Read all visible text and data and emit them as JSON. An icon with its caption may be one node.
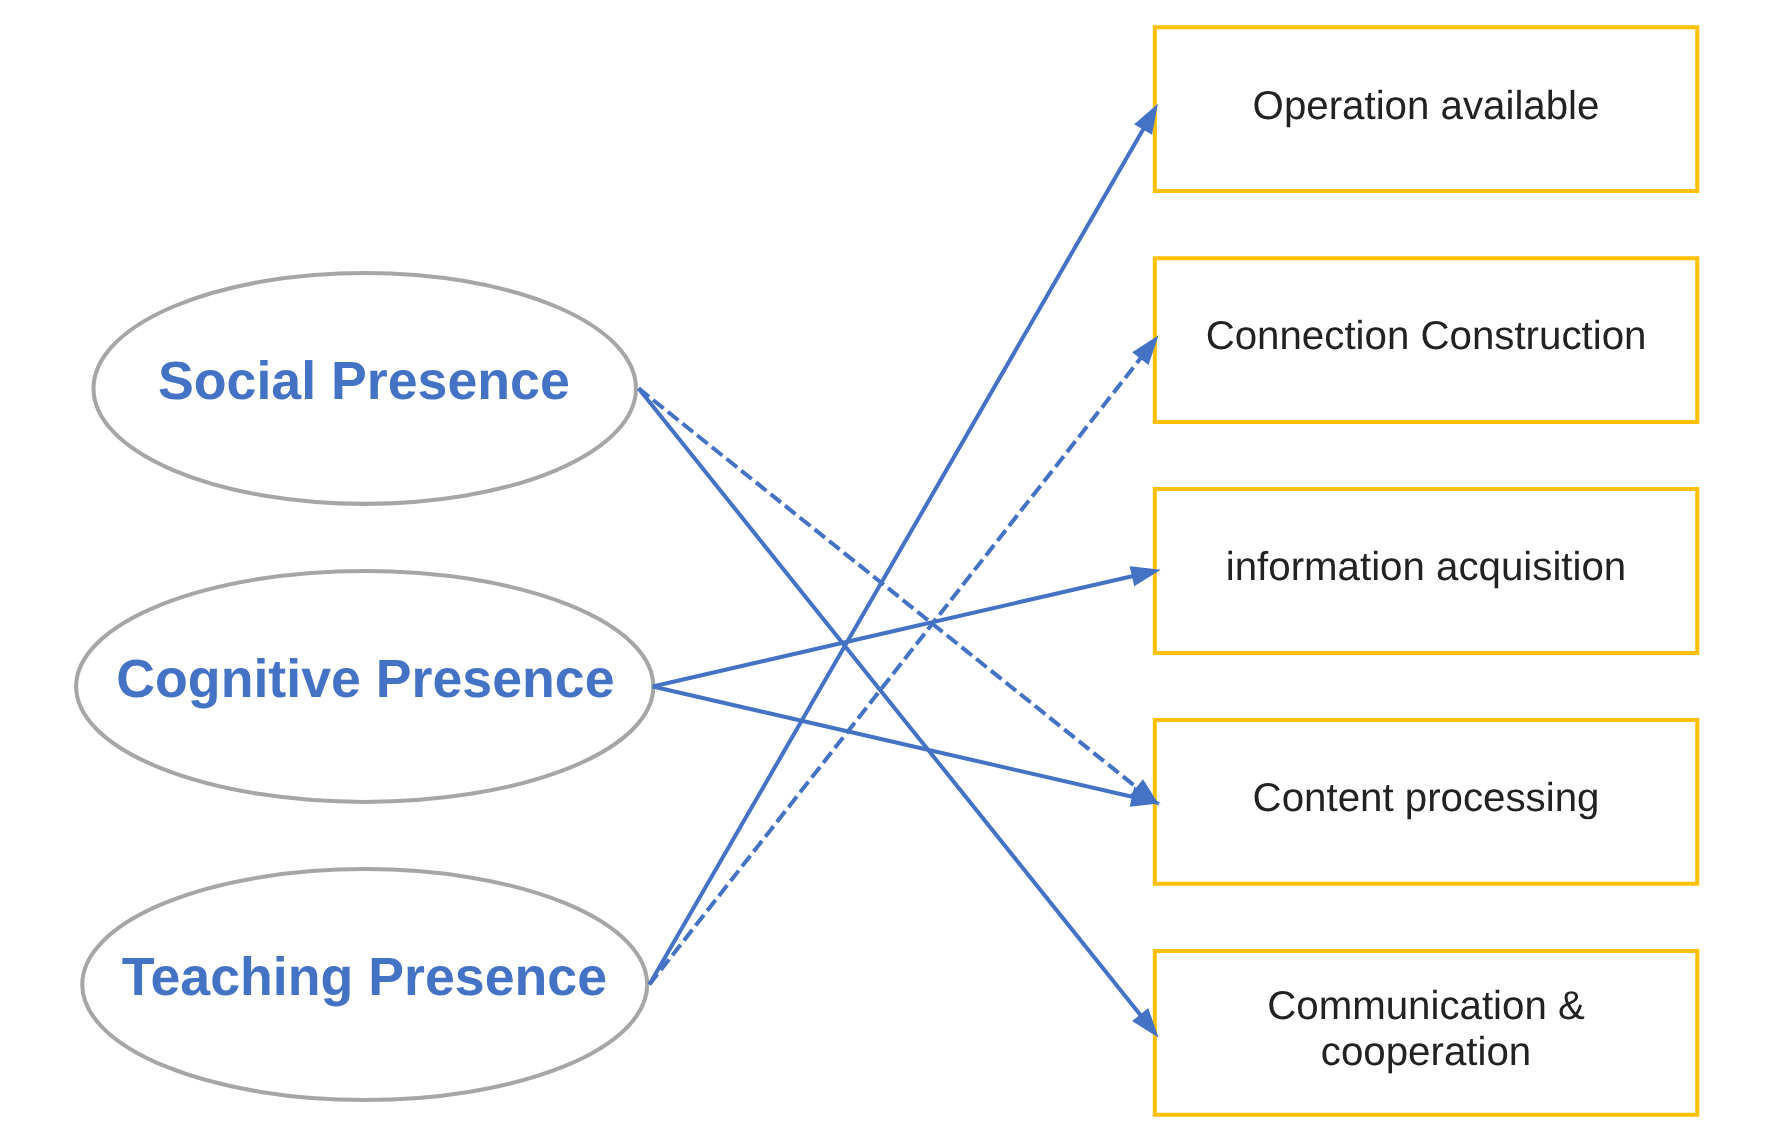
{
  "diagram": {
    "nodes": [
      {
        "text": [
          "Social Presence"
        ]
      },
      {
        "text": [
          "Cognitive Presence"
        ]
      },
      {
        "text": [
          "Teaching Presence"
        ]
      },
      {
        "text": [
          "Operation available"
        ]
      },
      {
        "text": [
          "Connection Construction"
        ]
      },
      {
        "text": [
          "information acquisition"
        ]
      },
      {
        "text": [
          "Content processing"
        ]
      },
      {
        "text": [
          "Communication & cooperation"
        ]
      }
    ],
    "edges": [
      {
        "from": 0,
        "to": 6,
        "arrow": "to",
        "style": "dashed"
      },
      {
        "from": 0,
        "to": 7,
        "arrow": "to"
      },
      {
        "from": 1,
        "to": 5,
        "arrow": "to"
      },
      {
        "from": 1,
        "to": 6,
        "arrow": "to"
      },
      {
        "from": 2,
        "to": 3,
        "arrow": "to"
      },
      {
        "from": 2,
        "to": 4,
        "arrow": "to",
        "style": "dashed"
      }
    ]
  }
}
